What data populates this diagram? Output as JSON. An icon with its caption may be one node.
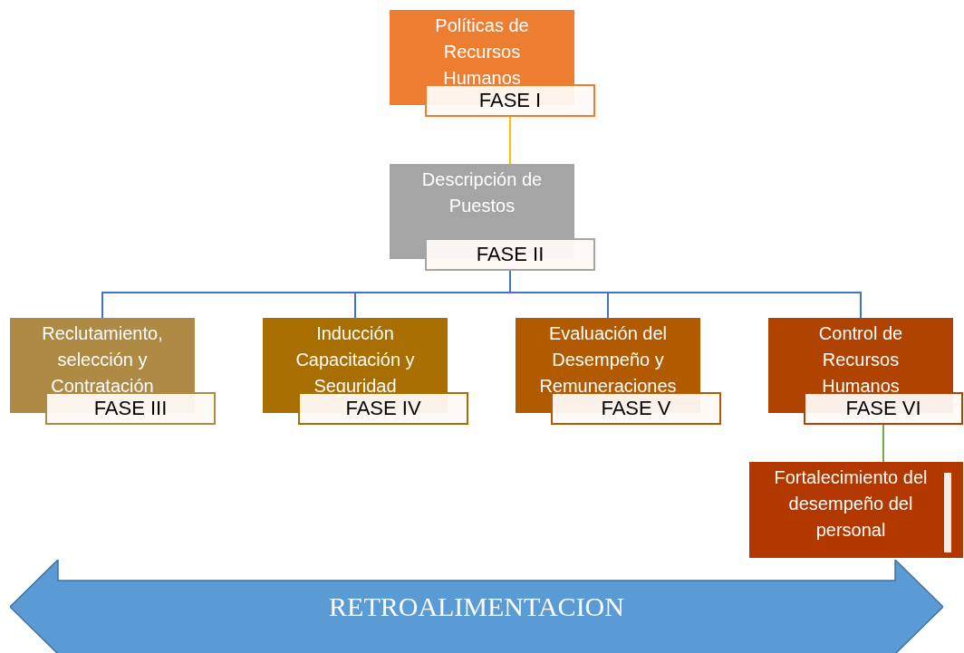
{
  "diagram": {
    "nodes": [
      {
        "text": [
          "Políticas de Recursos Humanos"
        ]
      },
      {
        "text": [
          "FASE I"
        ]
      },
      {
        "text": [
          "Descripción de Puestos"
        ]
      },
      {
        "text": [
          "FASE II"
        ]
      },
      {
        "text": [
          "Reclutamiento, selección y Contratación"
        ]
      },
      {
        "text": [
          "FASE III"
        ]
      },
      {
        "text": [
          "Inducción Capacitación y Seguridad"
        ]
      },
      {
        "text": [
          "FASE IV"
        ]
      },
      {
        "text": [
          "Evaluación del Desempeño y Remuneraciones"
        ]
      },
      {
        "text": [
          "FASE V"
        ]
      },
      {
        "text": [
          "Control de Recursos Humanos"
        ]
      },
      {
        "text": [
          "FASE VI"
        ]
      },
      {
        "text": [
          "Fortalecimiento del desempeño del personal"
        ]
      },
      {
        "text": [
          "RETROALIMENTACION"
        ]
      }
    ],
    "edges": [
      {
        "from": 1,
        "to": 2,
        "arrow": "none",
        "color": "#ffc000"
      },
      {
        "from": 3,
        "to": 4,
        "arrow": "none"
      },
      {
        "from": 3,
        "to": 6,
        "arrow": "none"
      },
      {
        "from": 3,
        "to": 8,
        "arrow": "none"
      },
      {
        "from": 3,
        "to": 10,
        "arrow": "none"
      },
      {
        "from": 11,
        "to": 12,
        "arrow": "none",
        "color": "#70ad47"
      }
    ]
  }
}
